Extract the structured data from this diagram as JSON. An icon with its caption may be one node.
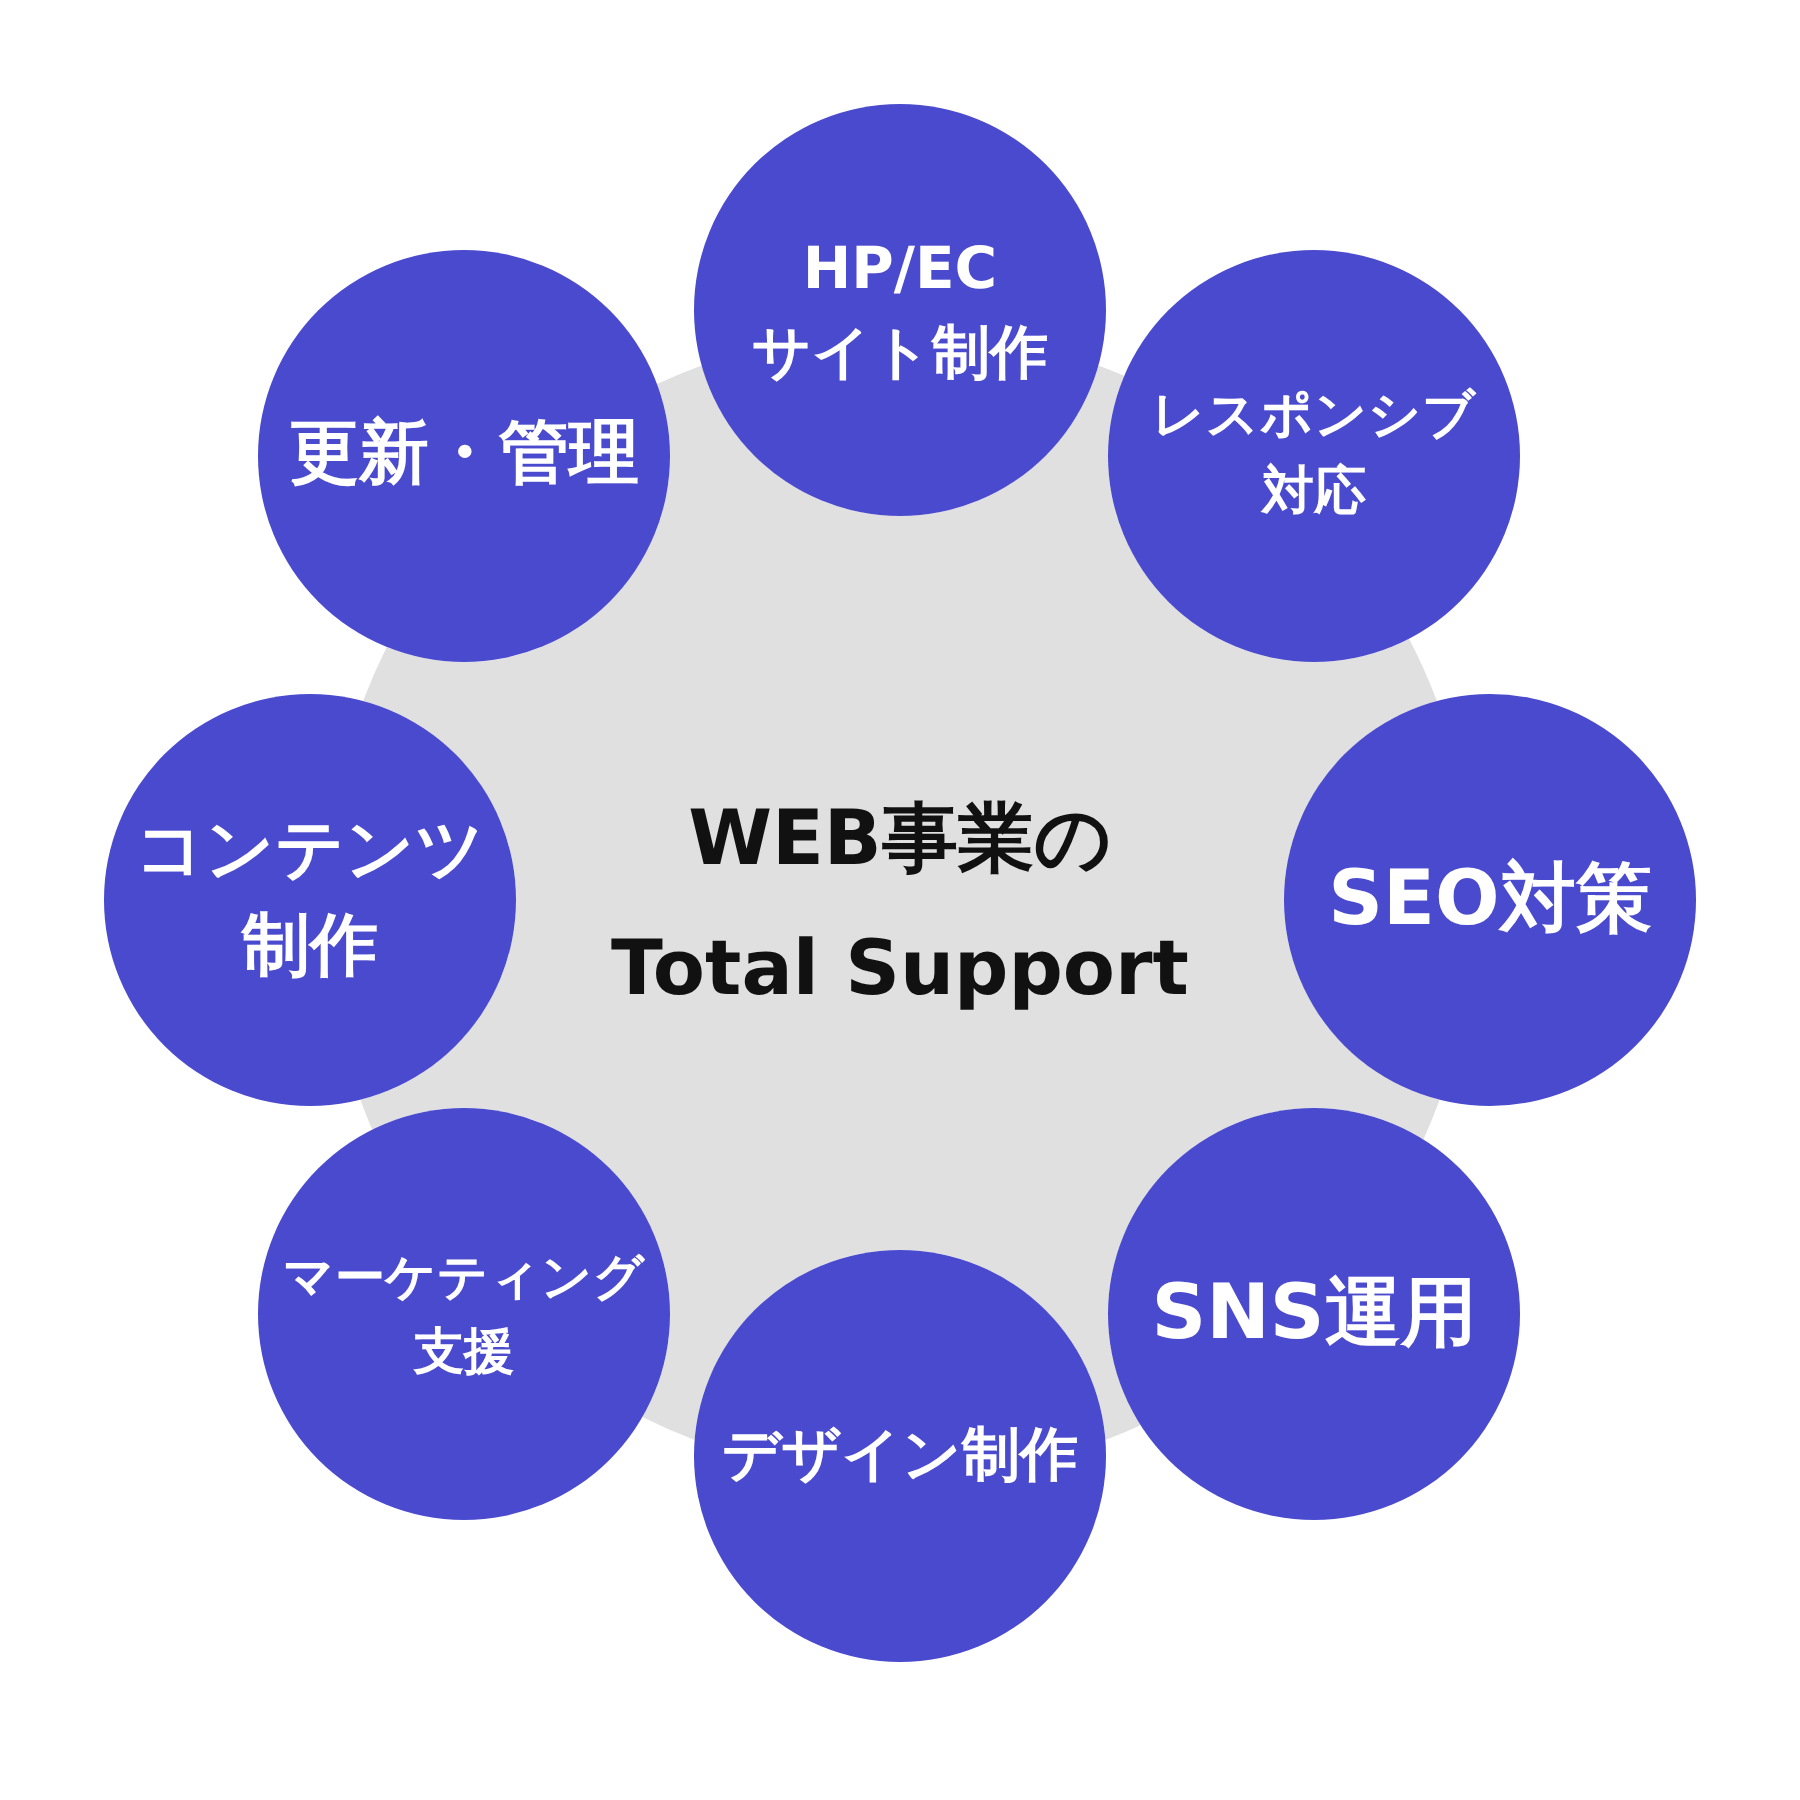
{
  "diagram": {
    "nodes": [
      {
        "text": [
          "WEB事業の Total Support"
        ]
      },
      {
        "text": [
          "HP/EC サイト制作"
        ]
      },
      {
        "text": [
          "レスポンシブ対応"
        ]
      },
      {
        "text": [
          "SEO対策"
        ]
      },
      {
        "text": [
          "SNS運用"
        ]
      },
      {
        "text": [
          "デザイン制作"
        ]
      },
      {
        "text": [
          "マーケティング支援"
        ]
      },
      {
        "text": [
          "コンテンツ制作"
        ]
      },
      {
        "text": [
          "更新・管理"
        ]
      }
    ]
  }
}
